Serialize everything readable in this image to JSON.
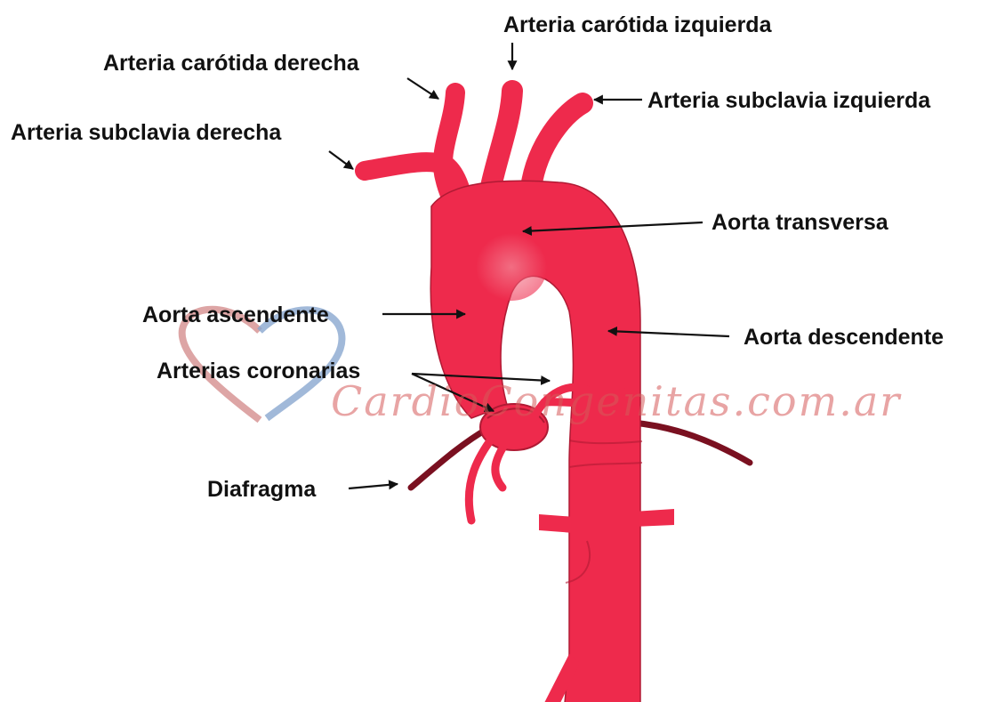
{
  "labels": {
    "carotid_right": "Arteria carótida derecha",
    "carotid_left": "Arteria carótida izquierda",
    "subclavian_left": "Arteria subclavia izquierda",
    "subclavian_right": "Arteria subclavia derecha",
    "aorta_transverse": "Aorta transversa",
    "aorta_ascending": "Aorta ascendente",
    "aorta_descending": "Aorta descendente",
    "coronary_arteries": "Arterias coronarias",
    "diaphragm": "Diafragma"
  },
  "watermark": {
    "text": "CardioCongenitas.com.ar"
  },
  "colors": {
    "vessel": "#ee2a4c",
    "vessel_dark": "#b01a34",
    "diaphragm": "#7a1020",
    "arrow": "#111111",
    "heart_logo_red": "#d58f8f",
    "heart_logo_blue": "#8aa7d0"
  }
}
